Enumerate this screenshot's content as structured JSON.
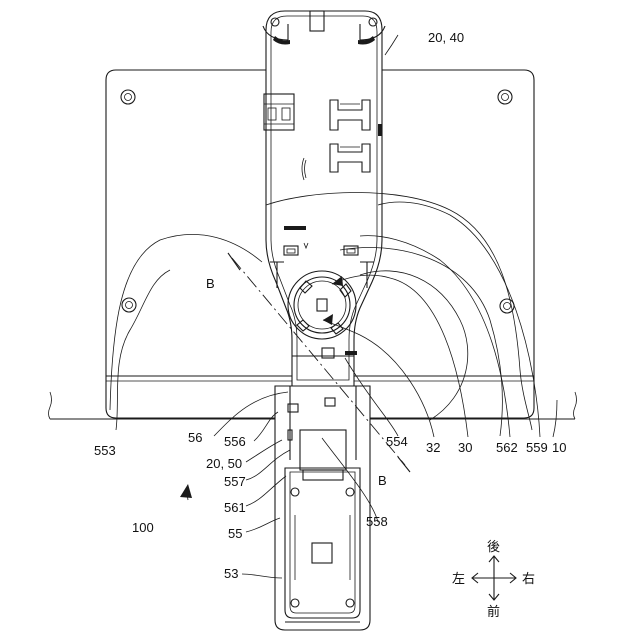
{
  "labels": {
    "plate_top": "20, 40",
    "left_curve": "553",
    "bracket": "56",
    "clip": "556",
    "arm": "20, 50",
    "mid_tab": "557",
    "lower_frame": "561",
    "case": "55",
    "panel": "53",
    "assembly": "100",
    "section_top": "B",
    "section_bottom": "B",
    "boss": "554",
    "ring_outer": "32",
    "ring_inner": "30",
    "right_curve_a": "562",
    "right_curve_b": "559",
    "floor": "10",
    "window": "558"
  },
  "directions": {
    "back": "後",
    "front": "前",
    "left": "左",
    "right": "右"
  }
}
